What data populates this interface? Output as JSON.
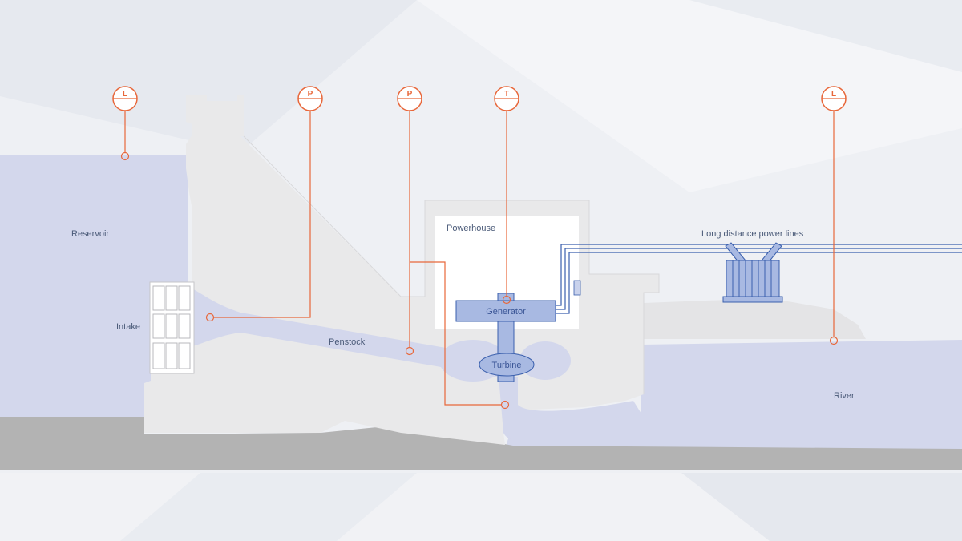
{
  "labels": {
    "reservoir": "Reservoir",
    "intake": "Intake",
    "penstock": "Penstock",
    "powerhouse": "Powerhouse",
    "generator": "Generator",
    "turbine": "Turbine",
    "power_lines": "Long distance power lines",
    "river": "River"
  },
  "sensors": [
    {
      "id": "level-reservoir",
      "letter": "L"
    },
    {
      "id": "pressure-intake",
      "letter": "P"
    },
    {
      "id": "pressure-penstock",
      "letter": "P"
    },
    {
      "id": "temperature-generator",
      "letter": "T"
    },
    {
      "id": "level-river",
      "letter": "L"
    }
  ],
  "colors": {
    "water": "#d3d7ec",
    "structure": "#e9e9ea",
    "ground": "#b3b3b3",
    "sensor": "#e8673a",
    "equipment": "#3a5fad",
    "equipment_fill": "#a8b9e2"
  }
}
